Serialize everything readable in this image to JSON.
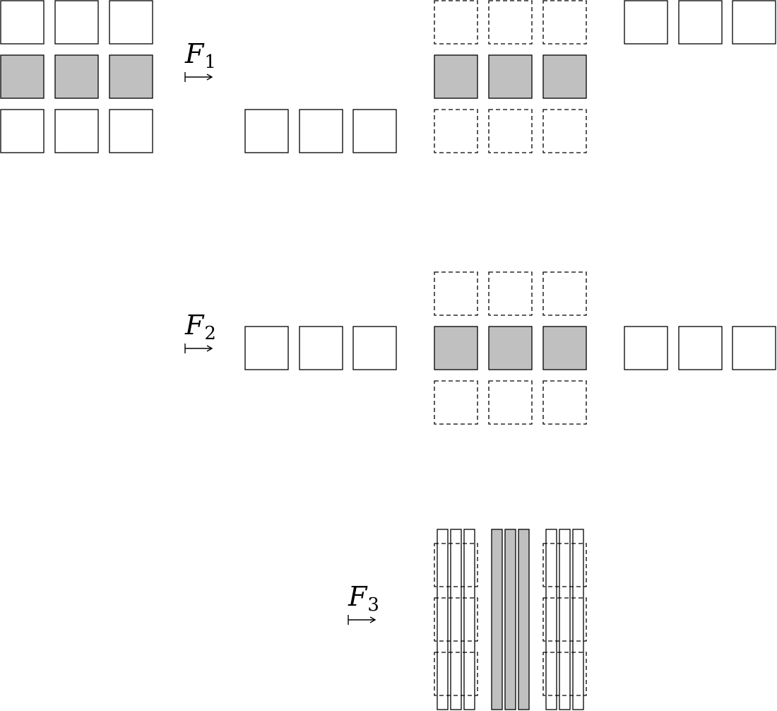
{
  "colors": {
    "highlight_fill": "#c0c0c0",
    "plain_fill": "#ffffff",
    "stroke": "#000000"
  },
  "maps": [
    {
      "symbol": "F",
      "subscript": "1"
    },
    {
      "symbol": "F",
      "subscript": "2"
    },
    {
      "symbol": "F",
      "subscript": "3"
    }
  ],
  "arrow_icon": "maps-to-arrow-icon",
  "source_grid": {
    "rows": 3,
    "cols": 3,
    "highlighted_row": 2
  }
}
